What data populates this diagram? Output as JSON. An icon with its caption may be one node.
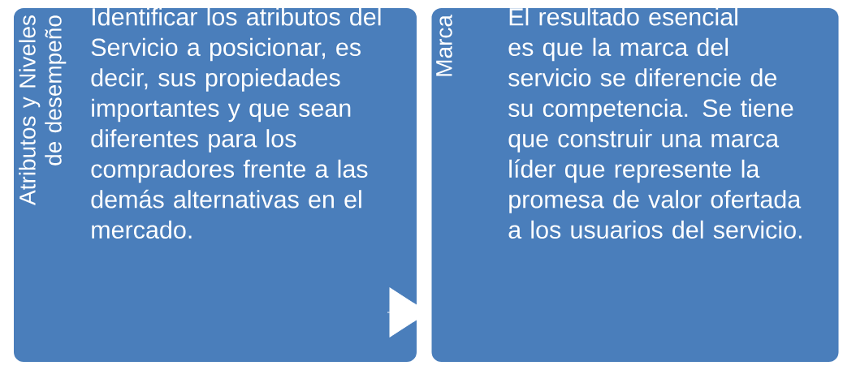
{
  "diagram": {
    "nodes": [
      {
        "text": [
          "Atributos y Niveles de desempeño",
          "Identificar los atributos del Servicio a posicionar, es decir, sus propiedades importantes y que sean diferentes para los compradores frente a las demás alternativas en el mercado."
        ]
      },
      {
        "text": [
          "Marca",
          "El resultado esencial es que la marca del servicio se diferencie de su competencia. Se tiene que construir una marca líder que represente la promesa de valor ofertada a los usuarios del servicio."
        ]
      }
    ],
    "edges": [
      {
        "from": 0,
        "to": 1,
        "arrow": "to"
      }
    ]
  }
}
